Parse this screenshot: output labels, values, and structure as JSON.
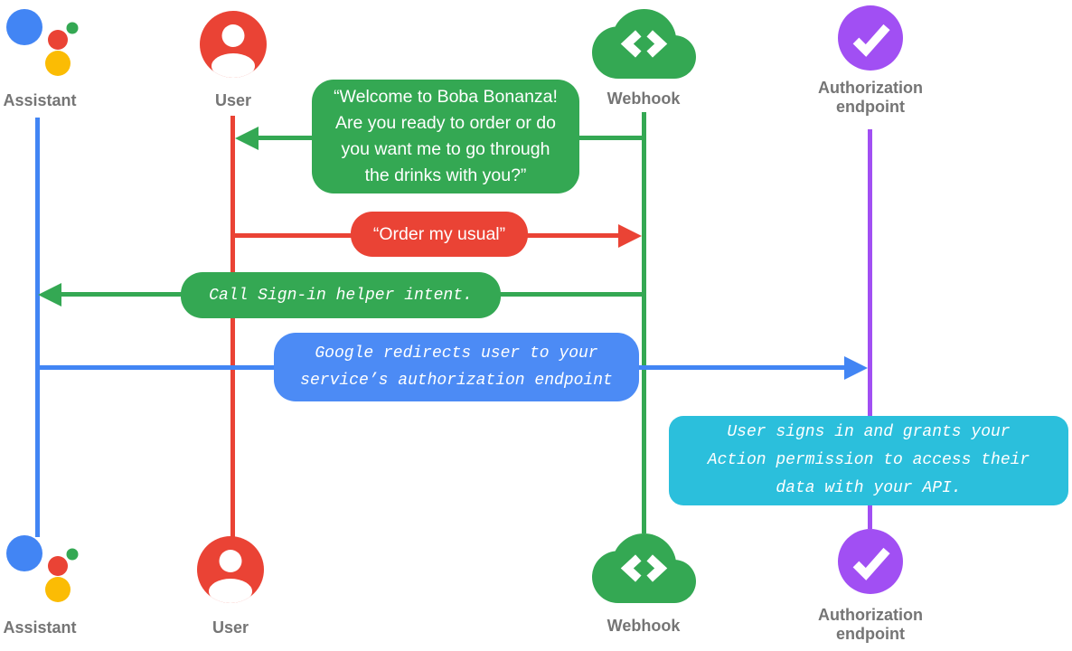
{
  "palette": {
    "blue": "#4285F4",
    "box_blue": "#4C8BF5",
    "red": "#EA4335",
    "green": "#34A853",
    "yellow": "#FBBC04",
    "purple": "#A14FF3",
    "cyan": "#2BBFDC",
    "label_gray": "#757575"
  },
  "actors": {
    "assistant": {
      "label": "Assistant"
    },
    "user": {
      "label": "User"
    },
    "webhook": {
      "label": "Webhook"
    },
    "authorization": {
      "label": "Authorization endpoint"
    }
  },
  "messages": {
    "welcome": {
      "from": "Webhook",
      "to": "User",
      "lines": [
        "“Welcome to Boba Bonanza!",
        "Are you ready to order or do",
        "you want me to go through",
        "the drinks with you?”"
      ]
    },
    "order": {
      "from": "User",
      "to": "Webhook",
      "lines": [
        "“Order my usual”"
      ]
    },
    "signin": {
      "from": "Webhook",
      "to": "Assistant",
      "lines": [
        "Call Sign-in helper intent."
      ]
    },
    "redirect": {
      "from": "Assistant",
      "to": "Authorization endpoint",
      "lines": [
        "Google redirects user to your",
        "service’s authorization endpoint"
      ]
    },
    "grant": {
      "note_on": "Authorization endpoint",
      "lines": [
        "User signs in and grants your",
        "Action permission to access their",
        "data with your API."
      ]
    }
  }
}
